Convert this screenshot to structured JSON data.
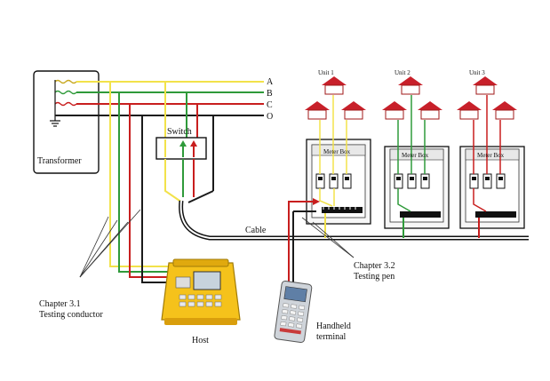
{
  "colors": {
    "phase_a": "#f2e24a",
    "phase_b": "#2f9a3a",
    "phase_c": "#c81e1e",
    "neutral": "#1a1a1a",
    "roof": "#c8202a",
    "host_body": "#f5c21b"
  },
  "labels": {
    "phase_a": "A",
    "phase_b": "B",
    "phase_c": "C",
    "neutral": "O",
    "transformer": "Transformer",
    "switch": "Switch",
    "cable": "Cable",
    "chapter31_line1": "Chapter 3.1",
    "chapter31_line2": "Testing conductor",
    "chapter32_line1": "Chapter 3.2",
    "chapter32_line2": "Testing pen",
    "host": "Host",
    "handheld_line1": "Handheld",
    "handheld_line2": "terminal"
  },
  "units": [
    {
      "name": "Unit 1",
      "meter_box": "Meter Box"
    },
    {
      "name": "Unit 2",
      "meter_box": "Meter Box"
    },
    {
      "name": "Unit 3",
      "meter_box": "Meter Box"
    }
  ],
  "icons": [
    "house-icon",
    "meter-icon",
    "transformer-icon",
    "switch-icon",
    "host-device-icon",
    "handheld-terminal-icon"
  ]
}
